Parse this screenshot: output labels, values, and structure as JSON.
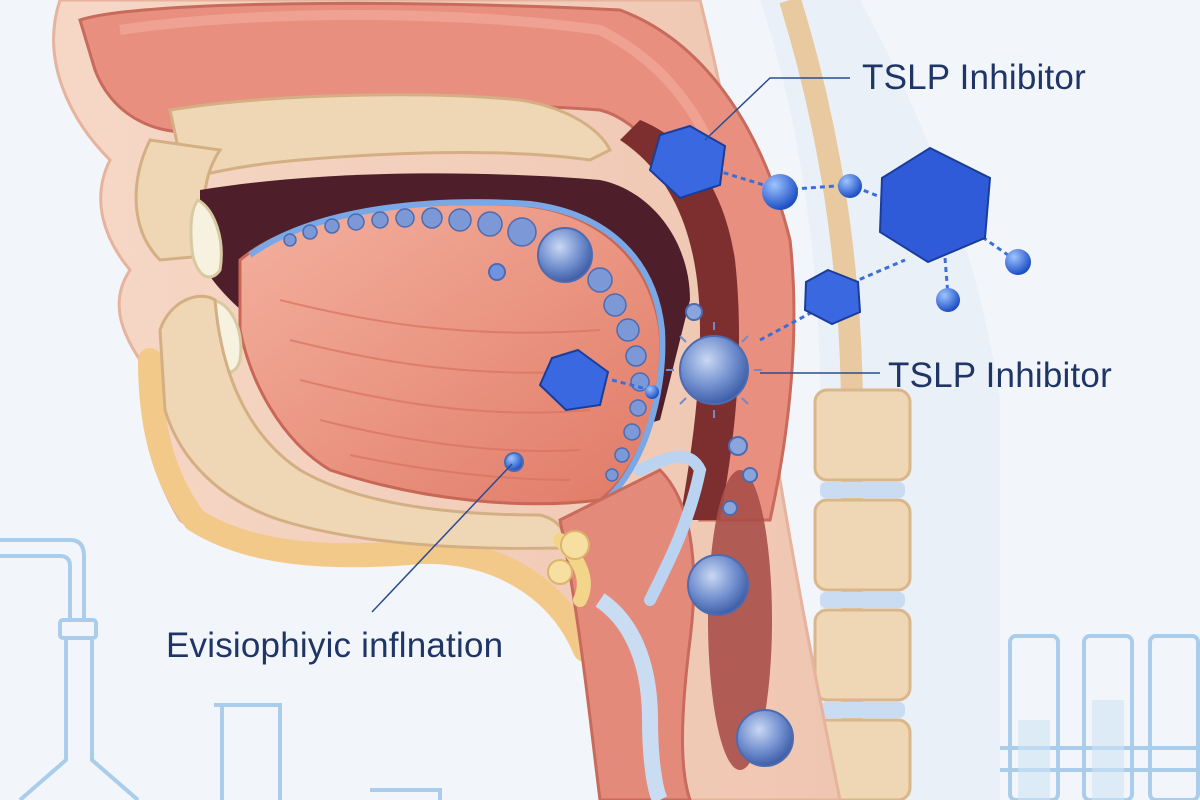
{
  "labels": {
    "inhibitor_top": "TSLP Inhibitor",
    "inhibitor_mid": "TSLP Inhibitor",
    "inflammation": "Evisiophiyic inflnation"
  },
  "colors": {
    "background": "#f2f6fb",
    "tissue": "#e88f80",
    "tissue_dark": "#b9564d",
    "bone": "#efd7b5",
    "fat": "#f3c98a",
    "molecule": "#2e5fd6",
    "cell": "#6f8cc8",
    "label_text": "#1f3566",
    "leader_line": "#2b4d8f",
    "lab_glass": "#8fc0e6"
  }
}
